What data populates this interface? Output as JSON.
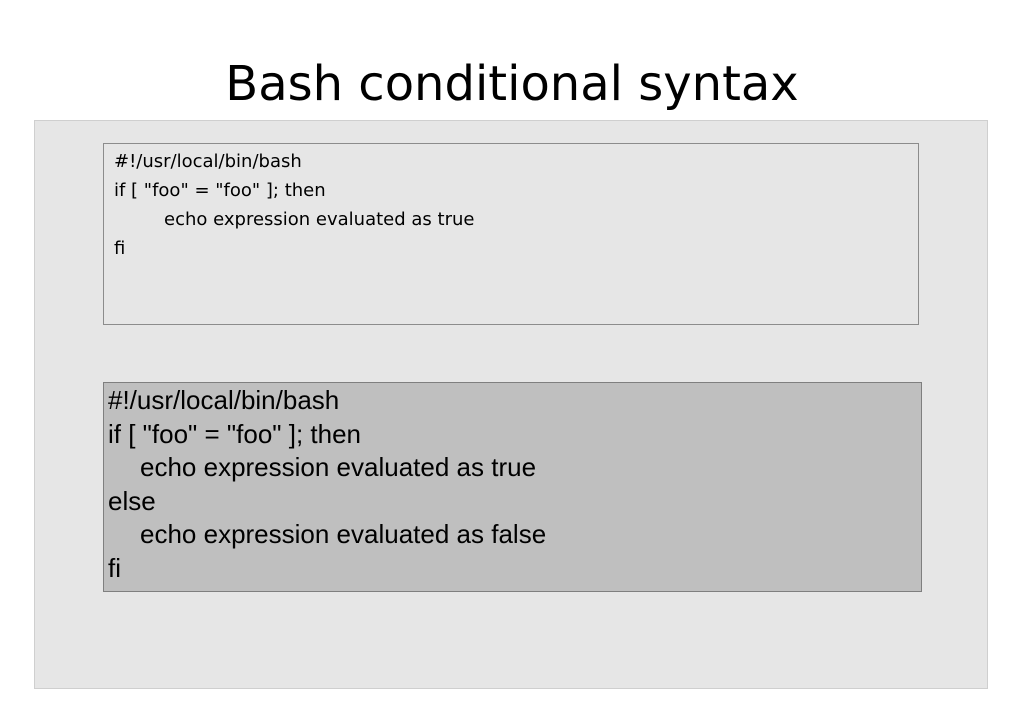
{
  "slide": {
    "title": "Bash conditional syntax"
  },
  "code_block_1": {
    "lines": [
      "#!/usr/local/bin/bash",
      "if [ \"foo\" = \"foo\" ]; then",
      "echo expression evaluated as true",
      "fi"
    ]
  },
  "code_block_2": {
    "lines": [
      "#!/usr/local/bin/bash",
      "if [ \"foo\" = \"foo\" ]; then",
      "echo expression evaluated as true",
      "else",
      "echo expression evaluated as false",
      "fi"
    ]
  },
  "colors": {
    "content_background": "#e6e6e6",
    "code_block_2_background": "#bfbfbf",
    "text": "#000000"
  }
}
